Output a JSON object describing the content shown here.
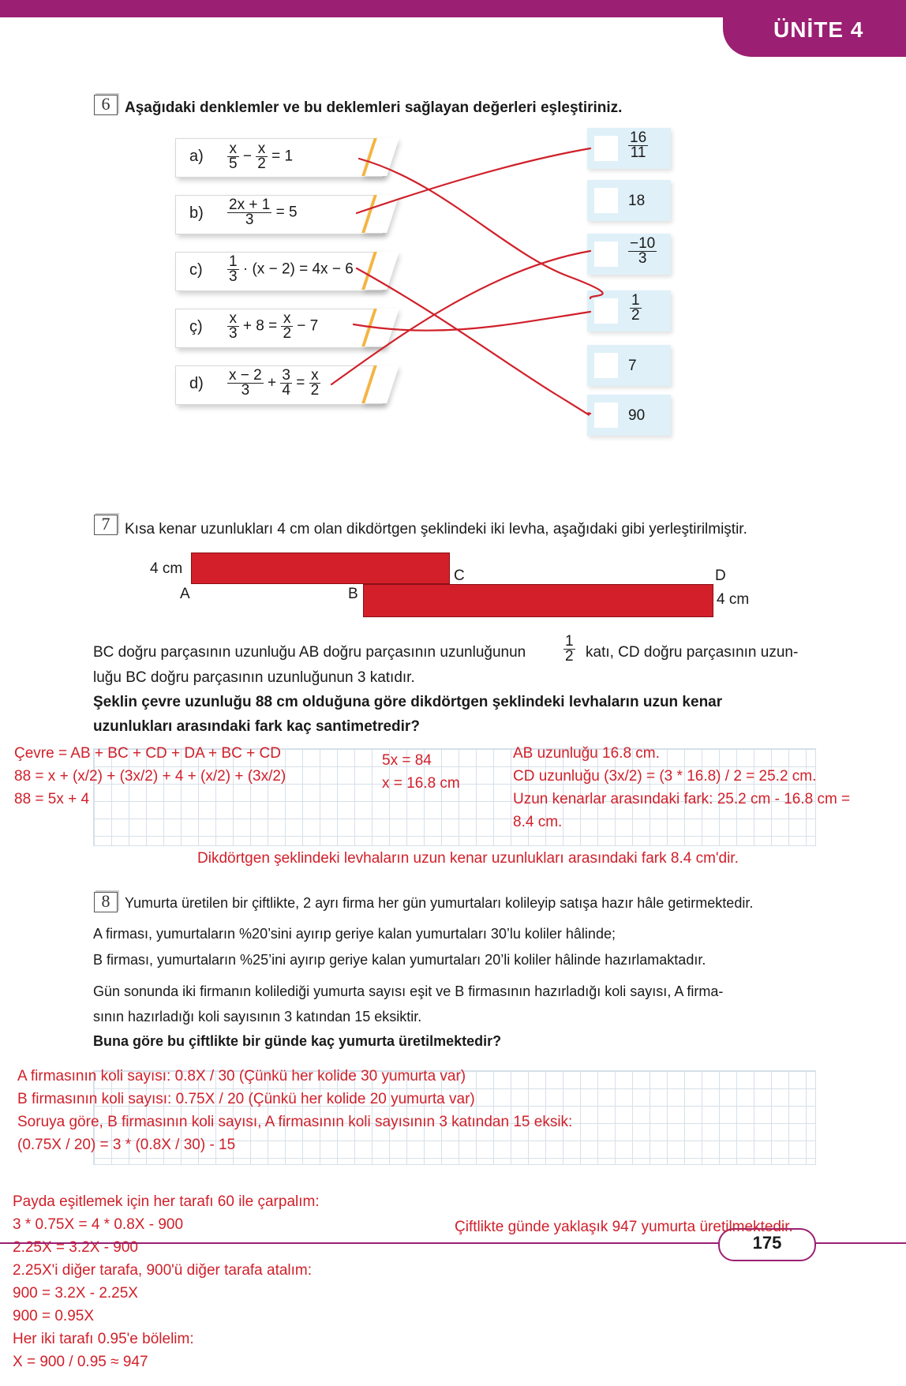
{
  "header": {
    "unit": "ÜNİTE 4"
  },
  "q6": {
    "num": "6",
    "prompt": "Aşağıdaki denklemler ve bu deklemleri sağlayan değerleri eşleştiriniz.",
    "equations": [
      {
        "label": "a)",
        "text": "x/5 − x/2 = 1"
      },
      {
        "label": "b)",
        "text": "(2x + 1)/3 = 5"
      },
      {
        "label": "c)",
        "text": "1/3 · (x − 2) = 4x − 6"
      },
      {
        "label": "ç)",
        "text": "x/3 + 8 = x/2 − 7"
      },
      {
        "label": "d)",
        "text": "(x − 2)/3 + 3/4 = x/2"
      }
    ],
    "values": [
      "16/11",
      "18",
      "−10/3",
      "1/2",
      "7",
      "90"
    ]
  },
  "q7": {
    "num": "7",
    "prompt": "Kısa kenar uzunlukları 4 cm olan dikdörtgen şeklindeki iki levha, aşağıdaki gibi yerleştirilmiştir.",
    "fig": {
      "len_left": "4 cm",
      "len_right": "4 cm",
      "A": "A",
      "B": "B",
      "C": "C",
      "D": "D"
    },
    "para1a": "BC doğru parçasının uzunluğu AB doğru parçasının uzunluğunun",
    "para1b": "katı, CD doğru parçasının uzun-",
    "para2": "luğu BC doğru parçasının uzunluğunun 3 katıdır.",
    "bold1": "Şeklin çevre uzunluğu 88 cm olduğuna göre dikdörtgen şeklindeki levhaların uzun kenar",
    "bold2": "uzunlukları arasındaki fark kaç santimetredir?",
    "hw": {
      "l1": "Çevre = AB + BC + CD + DA + BC + CD",
      "l2": "88 = x + (x/2) + (3x/2) + 4 + (x/2) + (3x/2)",
      "l3": "88 = 5x + 4",
      "m1": "5x = 84",
      "m2": "x = 16.8 cm",
      "r1": "AB uzunluğu 16.8 cm.",
      "r2": "CD uzunluğu (3x/2) = (3 * 16.8) / 2 = 25.2 cm.",
      "r3": "Uzun kenarlar arasındaki fark: 25.2 cm - 16.8 cm =",
      "r4": "8.4 cm.",
      "conclusion": "Dikdörtgen şeklindeki levhaların uzun kenar uzunlukları arasındaki fark 8.4 cm'dir."
    }
  },
  "q8": {
    "num": "8",
    "prompt": "Yumurta üretilen bir çiftlikte, 2 ayrı firma her gün yumurtaları kolileyip satışa hazır hâle getirmektedir.",
    "p1": "A firması, yumurtaların %20’sini ayırıp geriye kalan yumurtaları 30’lu koliler hâlinde;",
    "p2": "B firması, yumurtaların %25’ini ayırıp geriye kalan yumurtaları 20’li koliler hâlinde hazırlamaktadır.",
    "p3": "Gün sonunda iki firmanın kolilediği yumurta sayısı eşit ve B firmasının hazırladığı koli sayısı, A firma-",
    "p4": "sının hazırladığı koli sayısının 3 katından 15 eksiktir.",
    "bold": "Buna göre bu çiftlikte bir günde kaç yumurta üretilmektedir?",
    "hw": [
      "A firmasının koli sayısı: 0.8X / 30 (Çünkü her kolide 30 yumurta var)",
      "B firmasının koli sayısı: 0.75X / 20 (Çünkü her kolide 20 yumurta var)",
      "Soruya göre, B firmasının koli sayısı, A firmasının koli sayısının 3 katından 15 eksik:",
      "(0.75X / 20) = 3 * (0.8X / 30) - 15"
    ],
    "hw2": [
      "Payda eşitlemek için her tarafı 60 ile çarpalım:",
      "3 * 0.75X = 4 * 0.8X - 900",
      "2.25X = 3.2X - 900",
      "2.25X'i diğer tarafa, 900'ü diğer tarafa atalım:",
      "900 = 3.2X - 2.25X",
      "900 = 0.95X",
      "Her iki tarafı 0.95'e bölelim:",
      "X = 900 / 0.95 ≈ 947"
    ],
    "answer": "Çiftlikte günde yaklaşık 947 yumurta üretilmektedir."
  },
  "footer": {
    "page": "175"
  },
  "colors": {
    "brand": "#9b1f72",
    "handwriting": "#d0202a",
    "plate": "#d31f2a",
    "value_box": "#dff0f8",
    "accent": "#f4b43f"
  }
}
